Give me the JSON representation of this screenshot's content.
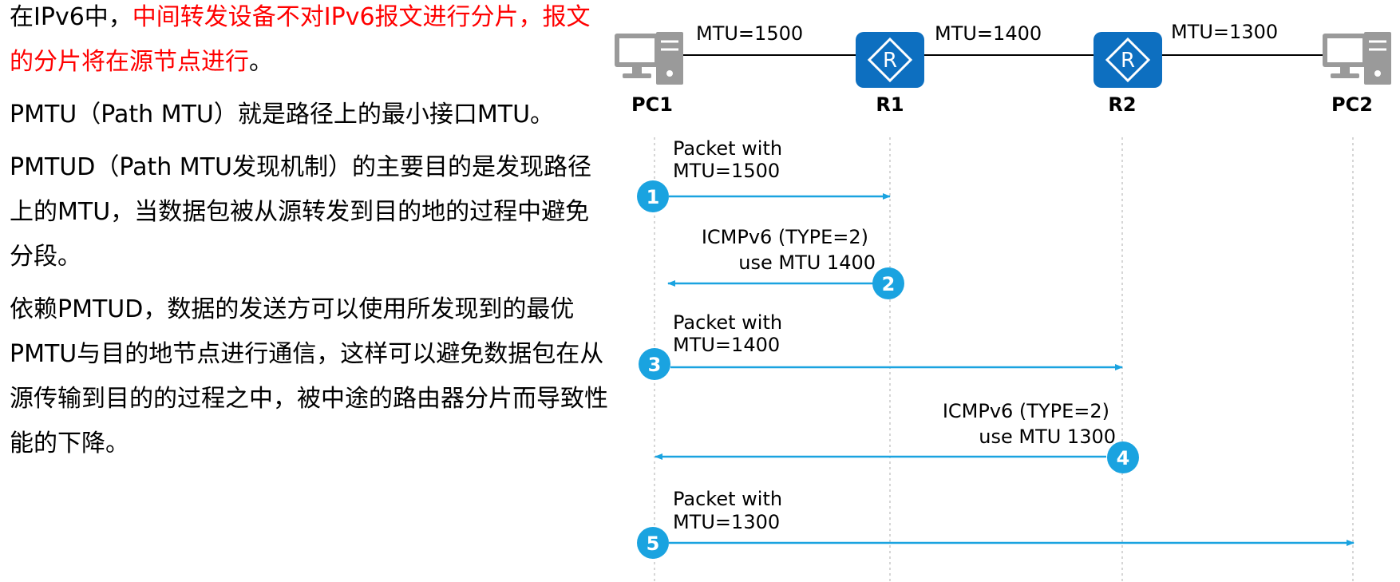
{
  "text": {
    "para1_black": "在IPv6中，",
    "para1_red": "中间转发设备不对IPv6报文进行分片，报文的分片将在源节点进行",
    "para1_end": "。",
    "para2": "PMTU（Path MTU）就是路径上的最小接口MTU。",
    "para3": "PMTUD（Path MTU发现机制）的主要目的是发现路径上的MTU，当数据包被从源转发到目的地的过程中避免分段。",
    "para4": "依赖PMTUD，数据的发送方可以使用所发现到的最优PMTU与目的地节点进行通信，这样可以避免数据包在从源传输到目的的过程之中，被中途的路由器分片而导致性能的下降。"
  },
  "topology": {
    "nodes": [
      {
        "id": "pc1",
        "label": "PC1",
        "kind": "pc"
      },
      {
        "id": "r1",
        "label": "R1",
        "kind": "router"
      },
      {
        "id": "r2",
        "label": "R2",
        "kind": "router"
      },
      {
        "id": "pc2",
        "label": "PC2",
        "kind": "pc"
      }
    ],
    "links": [
      {
        "label": "MTU=1500"
      },
      {
        "label": "MTU=1400"
      },
      {
        "label": "MTU=1300"
      }
    ]
  },
  "sequence": {
    "steps": [
      {
        "num": "1",
        "line1": "Packet with",
        "line2": "MTU=1500"
      },
      {
        "num": "2",
        "line1": "ICMPv6 (TYPE=2)",
        "line2": "use MTU 1400"
      },
      {
        "num": "3",
        "line1": "Packet with",
        "line2": "MTU=1400"
      },
      {
        "num": "4",
        "line1": "ICMPv6 (TYPE=2)",
        "line2": "use MTU 1300"
      },
      {
        "num": "5",
        "line1": "Packet with",
        "line2": "MTU=1300"
      }
    ]
  },
  "colors": {
    "accent": "#1aa3e0",
    "router": "#0d6fc0",
    "highlight_text": "#ff0000",
    "lifeline": "#c8c8c8",
    "pc_gray": "#9a9a9a"
  }
}
